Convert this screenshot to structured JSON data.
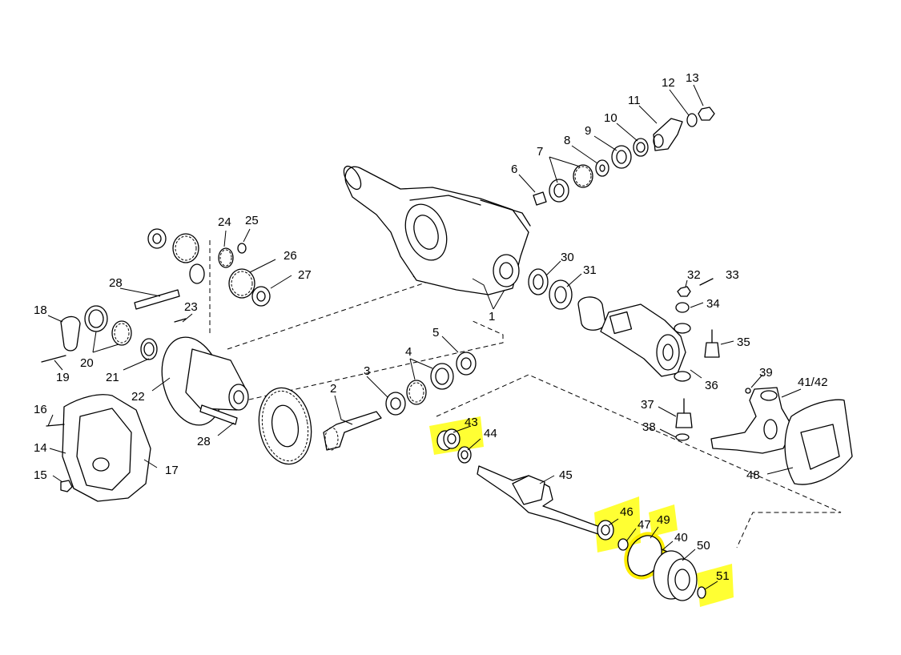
{
  "callouts": {
    "c1": "1",
    "c2": "2",
    "c3": "3",
    "c4": "4",
    "c5": "5",
    "c6": "6",
    "c7": "7",
    "c8": "8",
    "c9": "9",
    "c10": "10",
    "c11": "11",
    "c12": "12",
    "c13": "13",
    "c14": "14",
    "c15": "15",
    "c16": "16",
    "c17": "17",
    "c18": "18",
    "c19": "19",
    "c20": "20",
    "c21": "21",
    "c22": "22",
    "c23": "23",
    "c24": "24",
    "c25": "25",
    "c26": "26",
    "c27": "27",
    "c28a": "28",
    "c28b": "28",
    "c30": "30",
    "c31": "31",
    "c32": "32",
    "c33": "33",
    "c34": "34",
    "c35": "35",
    "c36": "36",
    "c37": "37",
    "c38": "38",
    "c39": "39",
    "c40": "40",
    "c4142": "41/42",
    "c43": "43",
    "c44": "44",
    "c45": "45",
    "c46": "46",
    "c47": "47",
    "c48": "48",
    "c49": "49",
    "c50": "50",
    "c51": "51"
  },
  "highlighted_parts": [
    "43",
    "46",
    "49",
    "51"
  ],
  "colors": {
    "highlight": "#ffff33",
    "line": "#000000",
    "background": "#ffffff"
  }
}
